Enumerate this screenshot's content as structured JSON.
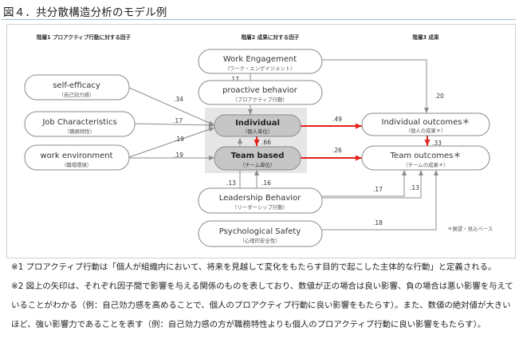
{
  "figure_title": "図４．共分散構造分析のモデル例",
  "levels": {
    "level1": "階層1 プロアクティブ行動に対する因子",
    "level2": "階層2 成果に対する因子",
    "level3": "階層3 成果"
  },
  "nodes": {
    "work_engagement": {
      "en": "Work Engagement",
      "ja": "（ワーク・エンゲイジメント）"
    },
    "proactive": {
      "en": "proactive behavior",
      "ja": "（プロアクティブ行動）"
    },
    "self_efficacy": {
      "en": "self-efficacy",
      "ja": "（自己効力感）"
    },
    "job_char": {
      "en": "Job Characteristics",
      "ja": "（職務特性）"
    },
    "work_env": {
      "en": "work environment",
      "ja": "（職場環境）"
    },
    "individual": {
      "en": "Individual",
      "ja": "（個人単位）"
    },
    "team_based": {
      "en": "Team based",
      "ja": "（チーム単位）"
    },
    "ind_outcomes": {
      "en": "Individual outcomes＊",
      "ja": "（個人の成果＊）"
    },
    "team_outcomes": {
      "en": "Team outcomes＊",
      "ja": "（チームの成果＊）"
    },
    "leadership": {
      "en": "Leadership Behavior",
      "ja": "（リーダーシップ行動）"
    },
    "psych_safety": {
      "en": "Psychological Safety",
      "ja": "（心理的安全性）"
    }
  },
  "coefficients": {
    "we_to_ind": ".17",
    "se_to_ind": ".34",
    "jc_to_ind": ".17",
    "env_to_ind": ".19",
    "env_to_team": ".19",
    "ind_to_team": ".66",
    "ind_to_indout": ".49",
    "team_to_teamout": ".26",
    "indout_to_teamout": ".33",
    "we_to_indout": ".20",
    "lead_to_ind": ".13",
    "lead_to_team": ".16",
    "lead_to_teamout_a": ".17",
    "lead_to_teamout_b": ".13",
    "psych_to_teamout": ".18"
  },
  "diagram_note": "＊展望・見込ベース",
  "notes": {
    "n1": "※1 プロアクティブ行動は「個人が組織内において、将来を見越して変化をもたらす目的で起こした主体的な行動」と定義される。",
    "n2": "※2 図上の矢印は、それぞれ因子間で影響を与える関係のものを表しており、数値が正の場合は良い影響、負の場合は悪い影響を与えていることがわかる（例：自己効力感を高めることで、個人のプロアクティブ行動に良い影響をもたらす）。また、数値の絶対値が大きいほど、強い影響力であることを表す（例：自己効力感の方が職務特性よりも個人のプロアクティブ行動に良い影響をもたらす）。"
  },
  "colors": {
    "arrow": "#8c8c8c",
    "strong_arrow": "#e3231b",
    "box_border": "#8a8a8a",
    "highlight_fill": "#e6e6e6",
    "dark_node_fill": "#c6c6c6",
    "title_rule": "#9fb9c9"
  }
}
